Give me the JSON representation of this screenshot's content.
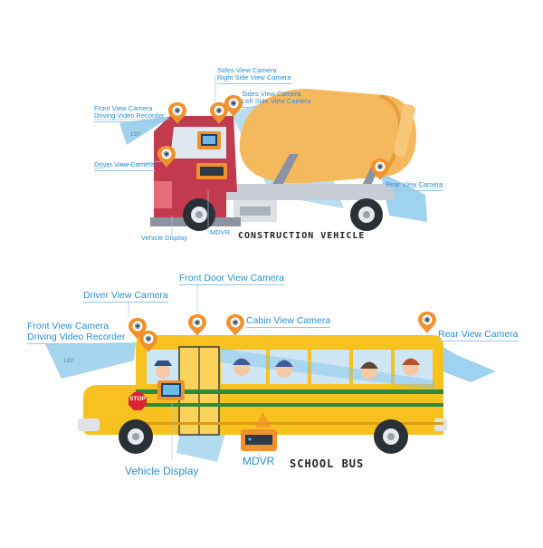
{
  "truck": {
    "title": "CONSTRUCTION VEHICLE",
    "labels": {
      "sides_view": "Sides View Camera",
      "right_side": "Right Side View Camera",
      "sides_view_2": "Sides View Camera",
      "left_side": "Left Side View Camera",
      "front_view": "Front View Camera",
      "driving_recorder": "Driving Video Recorder",
      "driver_view": "Driver View Camera",
      "rear_view": "Rear View Camera",
      "vehicle_display": "Vehicle Display",
      "mdvr": "MDVR",
      "angle": "120°"
    }
  },
  "bus": {
    "title": "SCHOOL BUS",
    "stop": "STOP",
    "labels": {
      "front_door": "Front Door View Camera",
      "driver_view": "Driver View Camera",
      "front_view": "Front View Camera",
      "driving_recorder": "Driving Video Recorder",
      "cabin_view": "Cabin View Camera",
      "rear_view": "Rear View Camera",
      "vehicle_display": "Vehicle Display",
      "mdvr": "MDVR",
      "angle": "120°"
    }
  },
  "colors": {
    "label": "#2b8fd6",
    "marker": "#f0912b",
    "beam": "#7fc3e8",
    "truck_cab": "#c23a4e",
    "mixer_drum": "#f5b95d",
    "bus_body": "#f7c21f",
    "bus_stripe": "#2f8a3c"
  }
}
